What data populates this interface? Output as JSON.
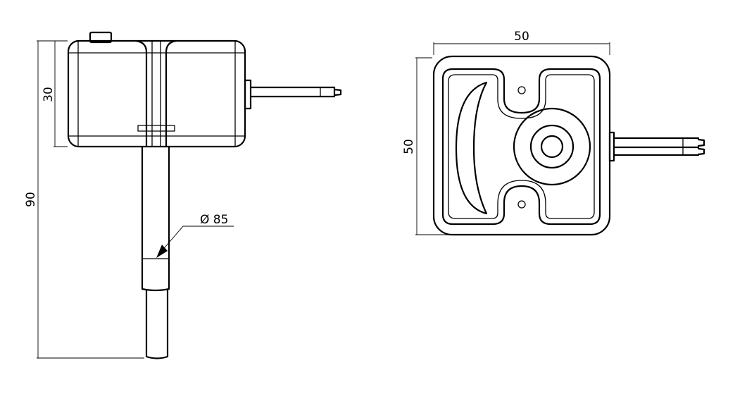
{
  "side_view": {
    "dim_total_height": "90",
    "dim_body_height": "30",
    "dim_cable_diameter": "Ø 85"
  },
  "top_view": {
    "dim_width": "50",
    "dim_height": "50"
  }
}
